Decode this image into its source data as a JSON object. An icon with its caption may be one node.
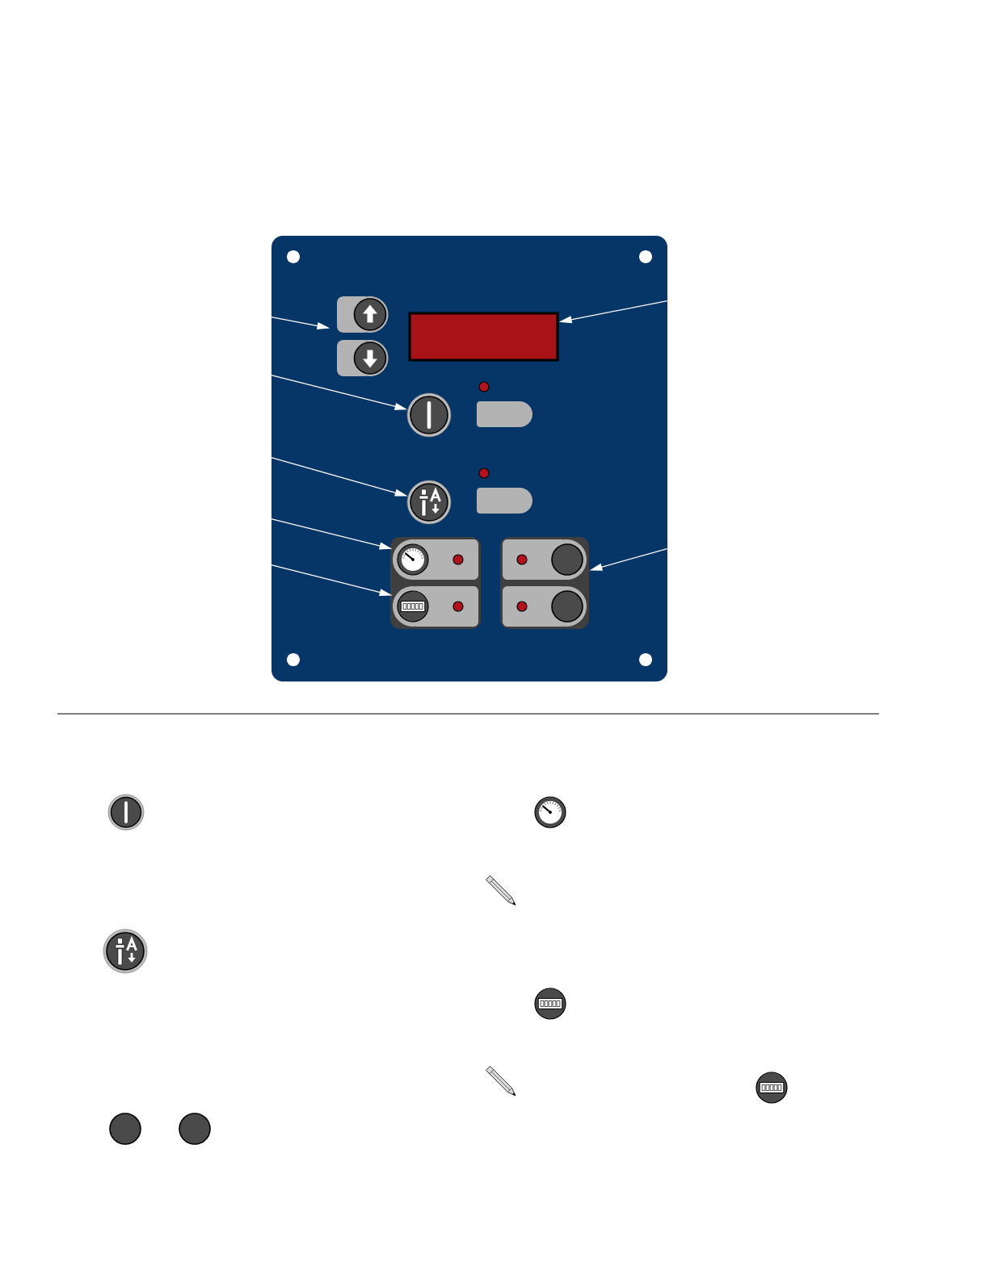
{
  "diagram": {
    "nodes": [
      {
        "text": [],
        "shape": "box"
      },
      {
        "text": [],
        "shape": "circle",
        "in": 0
      },
      {
        "text": [],
        "shape": "box",
        "in": 0
      },
      {
        "text": [],
        "shape": "circle",
        "in": 0
      },
      {
        "text": [],
        "shape": "circle",
        "in": 0
      },
      {
        "text": [],
        "shape": "box",
        "in": 0
      },
      {
        "text": [],
        "shape": "box",
        "in": 0
      },
      {
        "text": [],
        "shape": "box",
        "in": 0
      }
    ],
    "edges": [
      {
        "from": 0,
        "to": 1,
        "arrow": "to"
      },
      {
        "from": 0,
        "to": 2,
        "arrow": "to"
      },
      {
        "from": 0,
        "to": 3,
        "arrow": "to"
      },
      {
        "from": 0,
        "to": 4,
        "arrow": "to"
      },
      {
        "from": 0,
        "to": 5,
        "arrow": "to"
      },
      {
        "from": 0,
        "to": 6,
        "arrow": "to"
      },
      {
        "from": 0,
        "to": 7,
        "arrow": "to"
      }
    ]
  }
}
